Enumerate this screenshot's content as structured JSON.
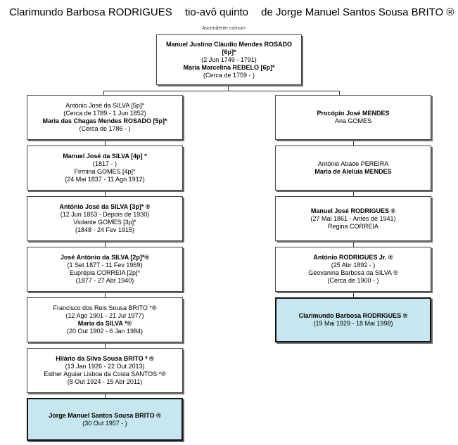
{
  "title": {
    "person": "Clarimundo Barbosa RODRIGUES",
    "relation": "tio-avô quinto",
    "target": "de Jorge Manuel Santos Sousa BRITO ®"
  },
  "common_label": "Ascendente comum",
  "top": {
    "name1": "Manuel Justino Cláudio Mendes ROSADO",
    "name1b": "[6p]*",
    "dates1": "(2 Jun 1749 - 1791)",
    "name2": "Maria Marcelina REBELO [6p]*",
    "dates2": "(Cerca de 1759 -           )"
  },
  "left": [
    {
      "n1": "António José da SILVA [5p]*",
      "d1": "(Cerca de 1789 - 1 Jun 1852)",
      "n2": "Maria das Chagas Mendes ROSADO [5p]*",
      "d2": "(Cerca de 1786 -           )",
      "b1": false,
      "b2": true
    },
    {
      "n1": "Manuel José da SILVA [4p] *",
      "d1": "(1817 -           )",
      "n2": "Firmina GOMES [4p]*",
      "d2": "(24 Mai 1837 - 11 Ago 1912)",
      "b1": true,
      "b2": false
    },
    {
      "n1": "António José da SILVA [3p]* ®",
      "d1": "(12 Jun 1853 - Depois de 1930)",
      "n2": "Violante GOMES [3p]*",
      "d2": "(1848 - 24 Fev 1915)",
      "b1": true,
      "b2": false
    },
    {
      "n1": "José António da SILVA [2p]*®",
      "d1": "(1 Set 1877 - 11 Fev 1969)",
      "n2": "Euprépia CORREIA [2p]*",
      "d2": "(1877 - 27 Abr 1940)",
      "b1": true,
      "b2": false
    },
    {
      "n1": "Francisco dos Reis Sousa BRITO *®",
      "d1": "(12 Ago 1901 - 21 Jul 1977)",
      "n2": "Maria da SILVA *®",
      "d2": "(20 Out 1902 - 6 Jan 1984)",
      "b1": false,
      "b2": true
    },
    {
      "n1": "Hilário da Silva Sousa BRITO * ®",
      "d1": "(13 Jan 1926 - 22 Out 2013)",
      "n2": "Esther Aguiar Lisboa da Costa SANTOS *®",
      "d2": "(8 Out 1924 - 15 Abr 2011)",
      "b1": true,
      "b2": false
    },
    {
      "n1": "Jorge Manuel Santos Sousa BRITO ®",
      "d1": "(30 Out 1957 -           )",
      "n2": "",
      "d2": "",
      "b1": true,
      "b2": false
    }
  ],
  "right": [
    {
      "n1": "Procópio José MENDES",
      "d1": "",
      "n2": "Ana GOMES",
      "d2": "",
      "b1": true,
      "b2": false
    },
    {
      "n1": "António Abade PEREIRA",
      "d1": "",
      "n2": "Maria de Aleluia MENDES",
      "d2": "",
      "b1": false,
      "b2": true
    },
    {
      "n1": "Manuel José RODRIGUES ®",
      "d1": "(27 Mai 1861 - Antes de 1941)",
      "n2": "Regina CORREIA",
      "d2": "",
      "b1": true,
      "b2": false
    },
    {
      "n1": "António RODRIGUES Jr. ®",
      "d1": "(25 Abr 1892 -           )",
      "n2": "Geovanina Barbosa da SILVA ®",
      "d2": "(Cerca de 1900 -           )",
      "b1": true,
      "b2": false
    },
    {
      "n1": "Clarimundo Barbosa RODRIGUES ®",
      "d1": "(19 Mai 1929 - 18 Mai 1998)",
      "n2": "",
      "d2": "",
      "b1": true,
      "b2": false
    }
  ]
}
